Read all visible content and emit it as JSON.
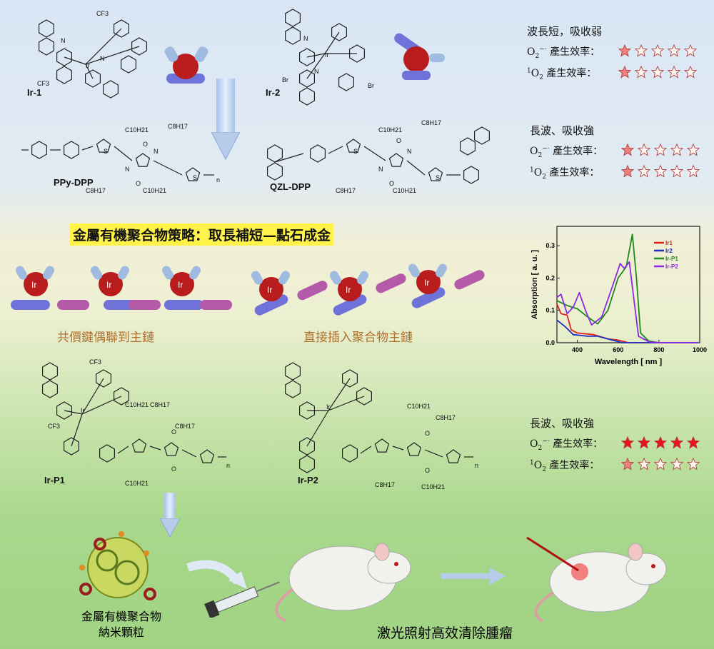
{
  "compounds": {
    "ir1": {
      "label": "Ir-1",
      "atoms": [
        "CF3",
        "CF3",
        "N",
        "N",
        "Ir"
      ]
    },
    "ir2": {
      "label": "Ir-2",
      "atoms": [
        "Br",
        "Br",
        "N",
        "N",
        "Ir"
      ]
    },
    "ppy": {
      "label": "PPy-DPP",
      "atoms": [
        "C10H21",
        "C8H17",
        "C8H17",
        "C10H21",
        "n",
        "O",
        "O",
        "N",
        "N",
        "S",
        "S"
      ]
    },
    "qzl": {
      "label": "QZL-DPP",
      "atoms": [
        "C10H21",
        "C8H17",
        "C8H17",
        "C10H21",
        "O",
        "O",
        "N",
        "N",
        "S",
        "S"
      ]
    },
    "irp1": {
      "label": "Ir-P1",
      "atoms": [
        "CF3",
        "CF3",
        "Ir",
        "C10H21",
        "C8H17",
        "C8H17",
        "C10H21",
        "n",
        "O",
        "O"
      ]
    },
    "irp2": {
      "label": "Ir-P2",
      "atoms": [
        "Ir",
        "C10H21",
        "C8H17",
        "C8H17",
        "C10H21",
        "n",
        "O",
        "O"
      ]
    },
    "ir_sphere": "Ir"
  },
  "banner": "金屬有機聚合物策略：取長補短—點石成金",
  "strategy": {
    "left": "共價鍵偶聯到主鏈",
    "right": "直接插入聚合物主鏈"
  },
  "panels": [
    {
      "heading": "波長短，吸收弱",
      "rows": [
        {
          "label_main": "O",
          "sub": "2",
          "sup": "−·",
          "pre": "",
          "text": " 產生效率：",
          "rating": 1,
          "color": "#f08080"
        },
        {
          "label_main": "O",
          "sub": "2",
          "sup": "",
          "pre": "1",
          "text": " 產生效率：",
          "rating": 1,
          "color": "#f08080"
        }
      ]
    },
    {
      "heading": "長波、吸收強",
      "rows": [
        {
          "label_main": "O",
          "sub": "2",
          "sup": "−·",
          "pre": "",
          "text": " 產生效率：",
          "rating": 1,
          "color": "#f08080"
        },
        {
          "label_main": "O",
          "sub": "2",
          "sup": "",
          "pre": "1",
          "text": " 產生效率：",
          "rating": 1,
          "color": "#f08080"
        }
      ]
    },
    {
      "heading": "長波、吸收強",
      "rows": [
        {
          "label_main": "O",
          "sub": "2",
          "sup": "−·",
          "pre": "",
          "text": " 產生效率：",
          "rating": 5,
          "color": "#e8141c"
        },
        {
          "label_main": "O",
          "sub": "2",
          "sup": "",
          "pre": "1",
          "text": " 產生效率：",
          "rating": 1,
          "color": "#f08080"
        }
      ]
    }
  ],
  "nano_label": [
    "金屬有機聚合物",
    "納米顆粒"
  ],
  "therapy_label": "激光照射高效清除腫瘤",
  "chart_data": {
    "type": "line",
    "xlabel": "Wavelength [ nm ]",
    "ylabel": "Absorption [ a. u. ]",
    "xlim": [
      300,
      1000
    ],
    "ylim": [
      0,
      0.36
    ],
    "xticks": [
      400,
      600,
      800,
      1000
    ],
    "yticks": [
      0.0,
      0.1,
      0.2,
      0.3
    ],
    "legend": "top-right",
    "series": [
      {
        "name": "Ir1",
        "color": "#e0201c",
        "x": [
          300,
          320,
          350,
          370,
          400,
          480,
          550,
          600,
          650,
          1000
        ],
        "y": [
          0.12,
          0.09,
          0.085,
          0.04,
          0.03,
          0.025,
          0.012,
          0.008,
          0,
          0
        ]
      },
      {
        "name": "Ir2",
        "color": "#1c2fc0",
        "x": [
          300,
          340,
          380,
          450,
          500,
          560,
          620,
          1000
        ],
        "y": [
          0.07,
          0.05,
          0.025,
          0.02,
          0.02,
          0.01,
          0,
          0
        ]
      },
      {
        "name": "Ir-P1",
        "color": "#1f8a1f",
        "x": [
          300,
          350,
          400,
          450,
          500,
          550,
          600,
          640,
          670,
          690,
          710,
          750,
          800,
          1000
        ],
        "y": [
          0.13,
          0.115,
          0.105,
          0.08,
          0.058,
          0.1,
          0.2,
          0.235,
          0.335,
          0.2,
          0.03,
          0.005,
          0,
          0
        ]
      },
      {
        "name": "Ir-P2",
        "color": "#8a2be2",
        "x": [
          300,
          320,
          350,
          380,
          410,
          440,
          470,
          520,
          570,
          610,
          630,
          655,
          680,
          700,
          750,
          800,
          1000
        ],
        "y": [
          0.14,
          0.15,
          0.09,
          0.11,
          0.155,
          0.1,
          0.055,
          0.08,
          0.17,
          0.245,
          0.23,
          0.25,
          0.12,
          0.02,
          0.003,
          0,
          0
        ]
      }
    ]
  }
}
